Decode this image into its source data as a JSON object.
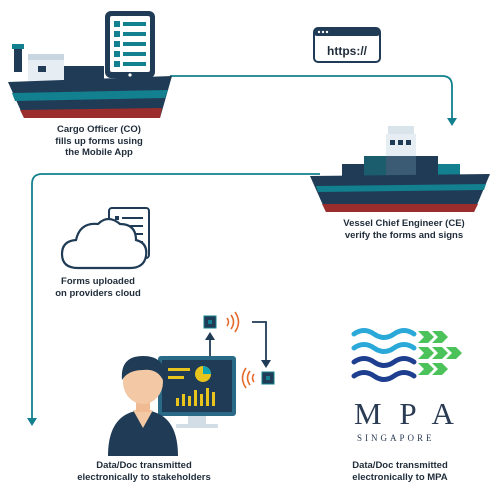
{
  "url_badge": "https://",
  "steps": {
    "cargo_officer": "Cargo Officer (CO)\nfills up forms using\nthe Mobile App",
    "chief_engineer": "Vessel Chief Engineer (CE)\nverify the forms and signs",
    "cloud_upload": "Forms uploaded\non providers cloud",
    "stakeholders": "Data/Doc transmitted\nelectronically to stakeholders",
    "mpa": "Data/Doc transmitted\nelectronically to MPA"
  },
  "mpa_logo": {
    "name": "M P A",
    "country": "SINGAPORE"
  },
  "colors": {
    "navy": "#1f3b55",
    "teal": "#12808e",
    "ship_red": "#9b2d2d",
    "accent_yellow": "#e8c41c",
    "mpa_blue": "#1e3f8f",
    "mpa_cyan": "#2aa9d8",
    "mpa_green": "#4cc25a"
  },
  "icons": [
    "tablet-checklist-icon",
    "cloud-icon",
    "document-checklist-icon",
    "signal-icon",
    "user-avatar-icon",
    "dashboard-icon",
    "cargo-ship-icon"
  ]
}
